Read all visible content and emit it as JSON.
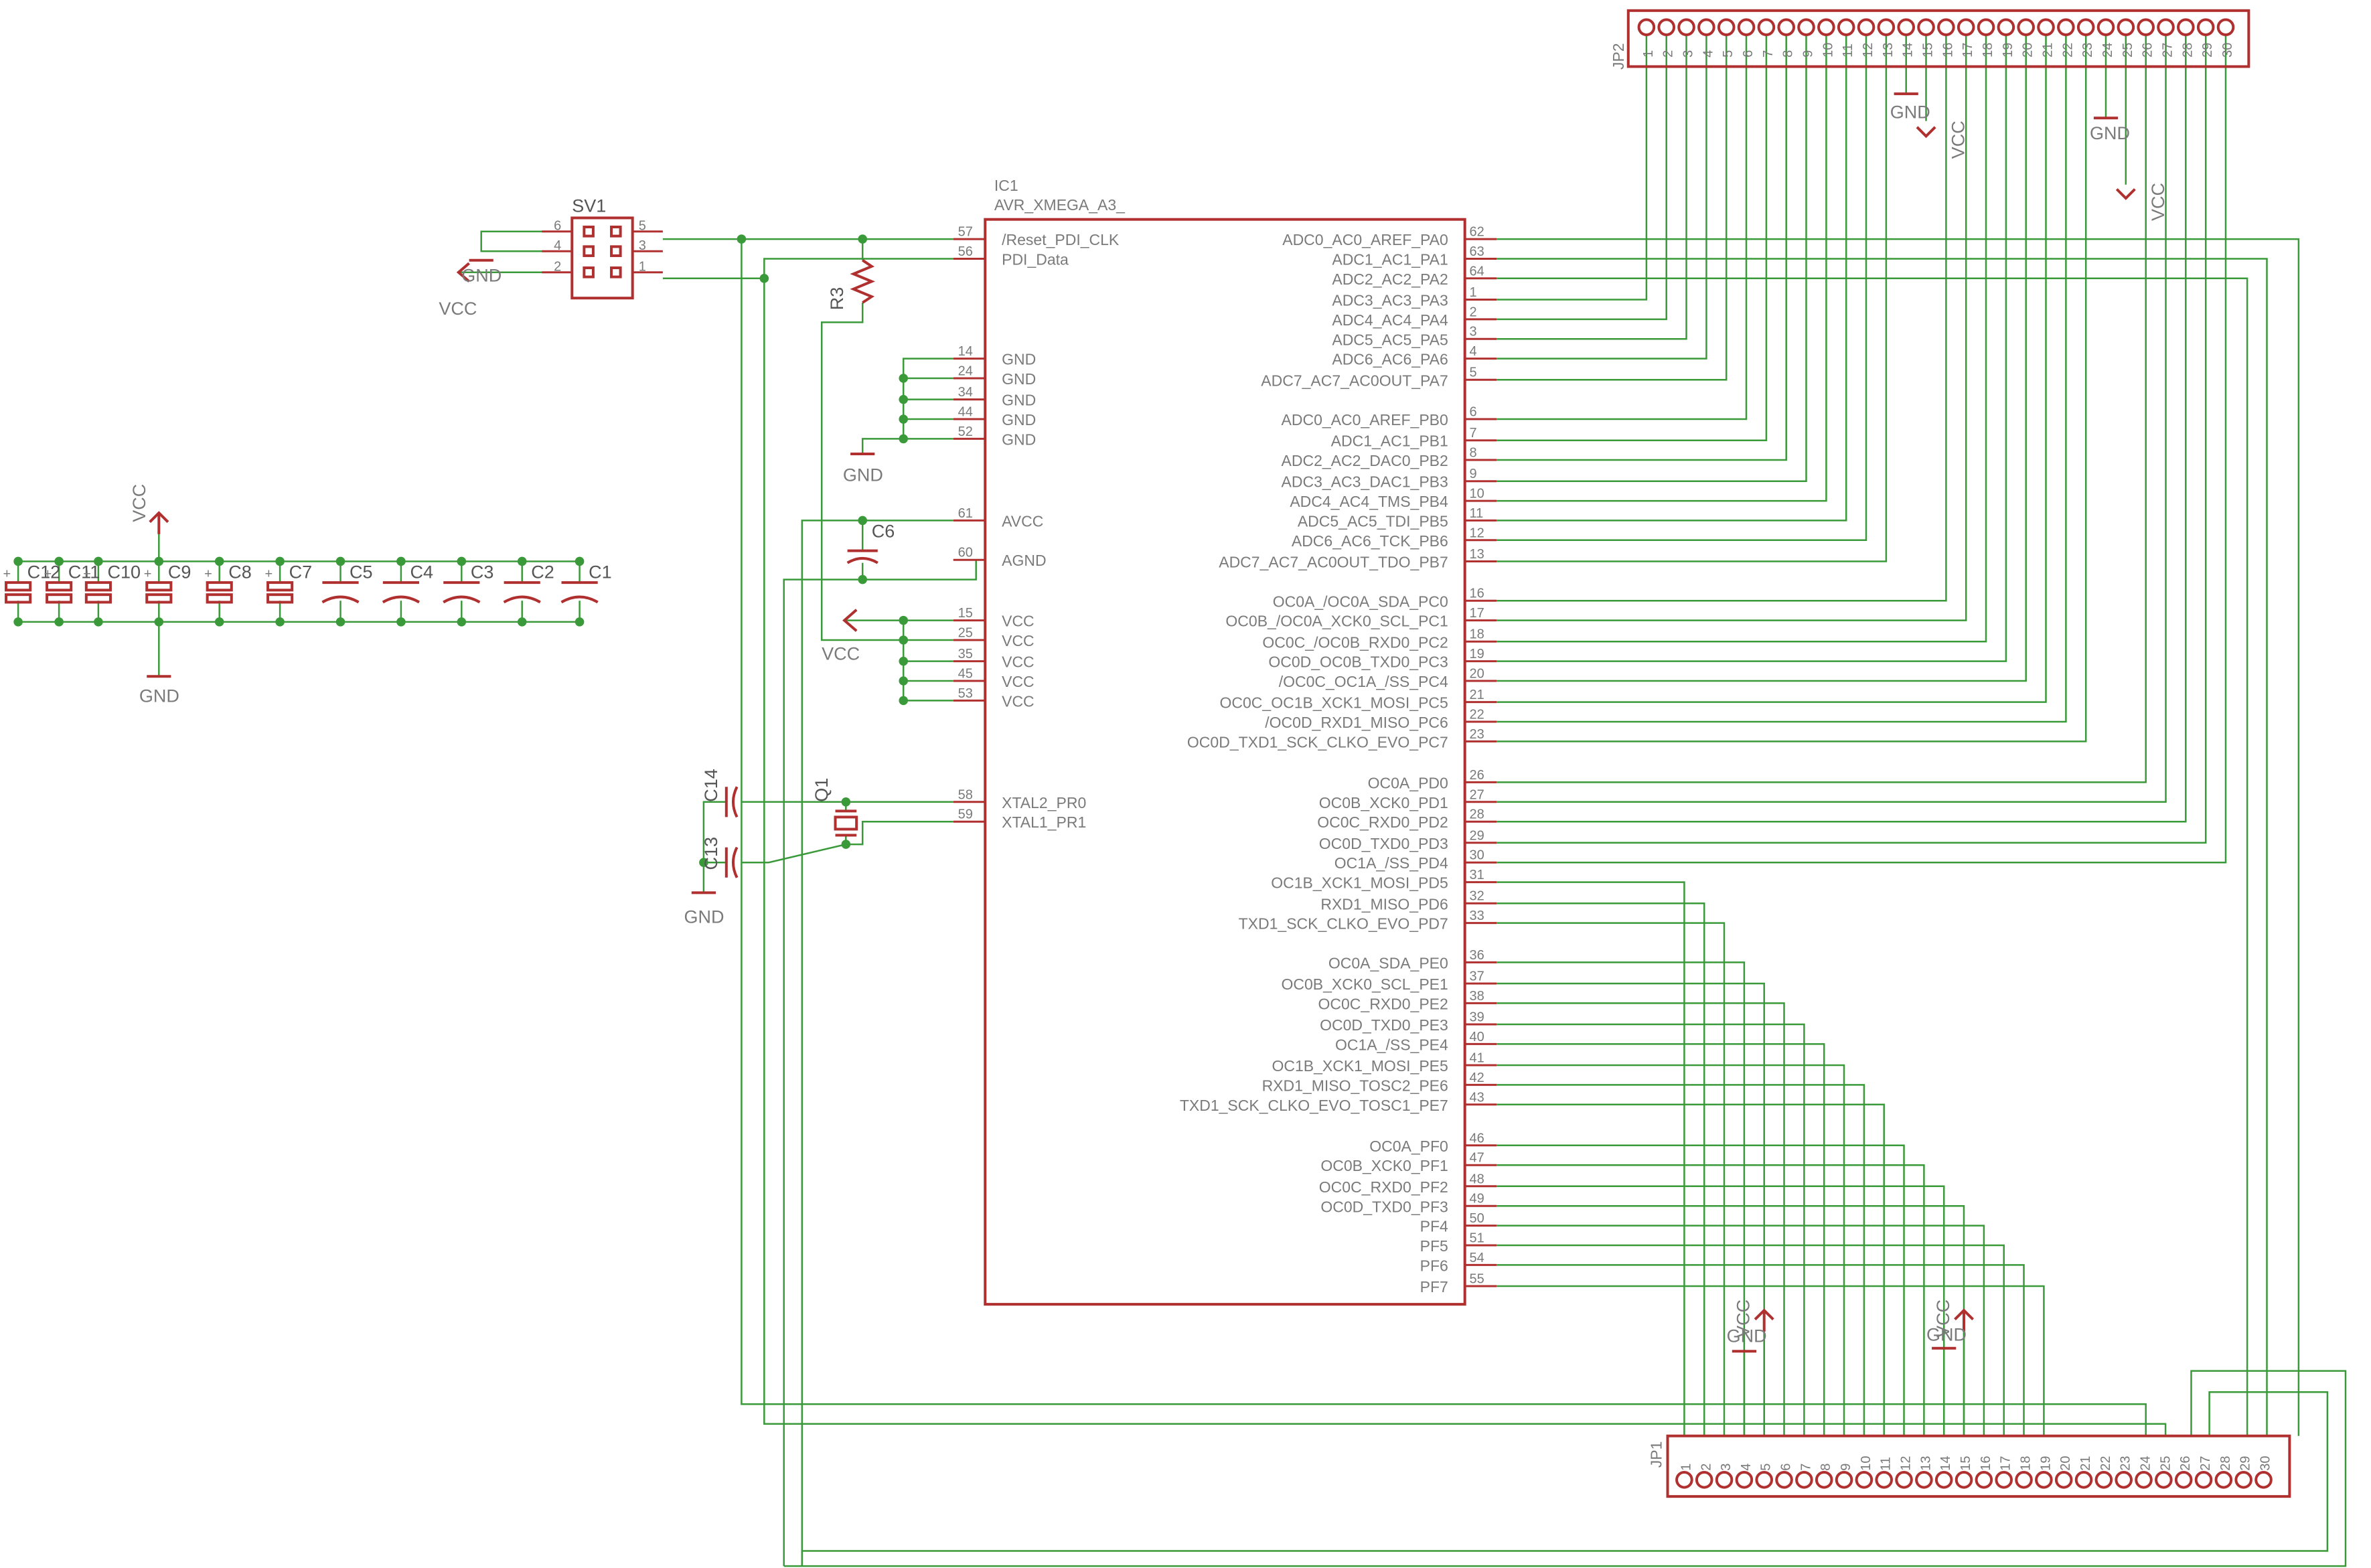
{
  "power": {
    "gnd": "GND",
    "vcc": "VCC"
  },
  "ic1": {
    "ref": "IC1",
    "value": "AVR_XMEGA_A3_",
    "left_pins": [
      {
        "num": "57",
        "name": "/Reset_PDI_CLK"
      },
      {
        "num": "56",
        "name": "PDI_Data"
      },
      {
        "num": "14",
        "name": "GND"
      },
      {
        "num": "24",
        "name": "GND"
      },
      {
        "num": "34",
        "name": "GND"
      },
      {
        "num": "44",
        "name": "GND"
      },
      {
        "num": "52",
        "name": "GND"
      },
      {
        "num": "61",
        "name": "AVCC"
      },
      {
        "num": "60",
        "name": "AGND"
      },
      {
        "num": "15",
        "name": "VCC"
      },
      {
        "num": "25",
        "name": "VCC"
      },
      {
        "num": "35",
        "name": "VCC"
      },
      {
        "num": "45",
        "name": "VCC"
      },
      {
        "num": "53",
        "name": "VCC"
      },
      {
        "num": "58",
        "name": "XTAL2_PR0"
      },
      {
        "num": "59",
        "name": "XTAL1_PR1"
      }
    ],
    "right_pins": [
      {
        "num": "62",
        "name": "ADC0_AC0_AREF_PA0"
      },
      {
        "num": "63",
        "name": "ADC1_AC1_PA1"
      },
      {
        "num": "64",
        "name": "ADC2_AC2_PA2"
      },
      {
        "num": "1",
        "name": "ADC3_AC3_PA3"
      },
      {
        "num": "2",
        "name": "ADC4_AC4_PA4"
      },
      {
        "num": "3",
        "name": "ADC5_AC5_PA5"
      },
      {
        "num": "4",
        "name": "ADC6_AC6_PA6"
      },
      {
        "num": "5",
        "name": "ADC7_AC7_AC0OUT_PA7"
      },
      {
        "num": "6",
        "name": "ADC0_AC0_AREF_PB0"
      },
      {
        "num": "7",
        "name": "ADC1_AC1_PB1"
      },
      {
        "num": "8",
        "name": "ADC2_AC2_DAC0_PB2"
      },
      {
        "num": "9",
        "name": "ADC3_AC3_DAC1_PB3"
      },
      {
        "num": "10",
        "name": "ADC4_AC4_TMS_PB4"
      },
      {
        "num": "11",
        "name": "ADC5_AC5_TDI_PB5"
      },
      {
        "num": "12",
        "name": "ADC6_AC6_TCK_PB6"
      },
      {
        "num": "13",
        "name": "ADC7_AC7_AC0OUT_TDO_PB7"
      },
      {
        "num": "16",
        "name": "OC0A_/OC0A_SDA_PC0"
      },
      {
        "num": "17",
        "name": "OC0B_/OC0A_XCK0_SCL_PC1"
      },
      {
        "num": "18",
        "name": "OC0C_/OC0B_RXD0_PC2"
      },
      {
        "num": "19",
        "name": "OC0D_OC0B_TXD0_PC3"
      },
      {
        "num": "20",
        "name": "/OC0C_OC1A_/SS_PC4"
      },
      {
        "num": "21",
        "name": "OC0C_OC1B_XCK1_MOSI_PC5"
      },
      {
        "num": "22",
        "name": "/OC0D_RXD1_MISO_PC6"
      },
      {
        "num": "23",
        "name": "OC0D_TXD1_SCK_CLKO_EVO_PC7"
      },
      {
        "num": "26",
        "name": "OC0A_PD0"
      },
      {
        "num": "27",
        "name": "OC0B_XCK0_PD1"
      },
      {
        "num": "28",
        "name": "OC0C_RXD0_PD2"
      },
      {
        "num": "29",
        "name": "OC0D_TXD0_PD3"
      },
      {
        "num": "30",
        "name": "OC1A_/SS_PD4"
      },
      {
        "num": "31",
        "name": "OC1B_XCK1_MOSI_PD5"
      },
      {
        "num": "32",
        "name": "RXD1_MISO_PD6"
      },
      {
        "num": "33",
        "name": "TXD1_SCK_CLKO_EVO_PD7"
      },
      {
        "num": "36",
        "name": "OC0A_SDA_PE0"
      },
      {
        "num": "37",
        "name": "OC0B_XCK0_SCL_PE1"
      },
      {
        "num": "38",
        "name": "OC0C_RXD0_PE2"
      },
      {
        "num": "39",
        "name": "OC0D_TXD0_PE3"
      },
      {
        "num": "40",
        "name": "OC1A_/SS_PE4"
      },
      {
        "num": "41",
        "name": "OC1B_XCK1_MOSI_PE5"
      },
      {
        "num": "42",
        "name": "RXD1_MISO_TOSC2_PE6"
      },
      {
        "num": "43",
        "name": "TXD1_SCK_CLKO_EVO_TOSC1_PE7"
      },
      {
        "num": "46",
        "name": "OC0A_PF0"
      },
      {
        "num": "47",
        "name": "OC0B_XCK0_PF1"
      },
      {
        "num": "48",
        "name": "OC0C_RXD0_PF2"
      },
      {
        "num": "49",
        "name": "OC0D_TXD0_PF3"
      },
      {
        "num": "50",
        "name": "PF4"
      },
      {
        "num": "51",
        "name": "PF5"
      },
      {
        "num": "54",
        "name": "PF6"
      },
      {
        "num": "55",
        "name": "PF7"
      }
    ]
  },
  "jp2": {
    "ref": "JP2",
    "pins": [
      "1",
      "2",
      "3",
      "4",
      "5",
      "6",
      "7",
      "8",
      "9",
      "10",
      "11",
      "12",
      "13",
      "14",
      "15",
      "16",
      "17",
      "18",
      "19",
      "20",
      "21",
      "22",
      "23",
      "24",
      "25",
      "26",
      "27",
      "28",
      "29",
      "30"
    ]
  },
  "jp1": {
    "ref": "JP1",
    "pins": [
      "1",
      "2",
      "3",
      "4",
      "5",
      "6",
      "7",
      "8",
      "9",
      "10",
      "11",
      "12",
      "13",
      "14",
      "15",
      "16",
      "17",
      "18",
      "19",
      "20",
      "21",
      "22",
      "23",
      "24",
      "25",
      "26",
      "27",
      "28",
      "29",
      "30"
    ]
  },
  "sv1": {
    "ref": "SV1",
    "pins": [
      "6",
      "5",
      "4",
      "3",
      "2",
      "1"
    ]
  },
  "r3": {
    "ref": "R3"
  },
  "c6": {
    "ref": "C6"
  },
  "q1": {
    "ref": "Q1"
  },
  "c13": {
    "ref": "C13"
  },
  "c14": {
    "ref": "C14"
  },
  "caps": [
    "C12",
    "C11",
    "C10",
    "C9",
    "C8",
    "C7",
    "C5",
    "C4",
    "C3",
    "C2",
    "C1"
  ]
}
